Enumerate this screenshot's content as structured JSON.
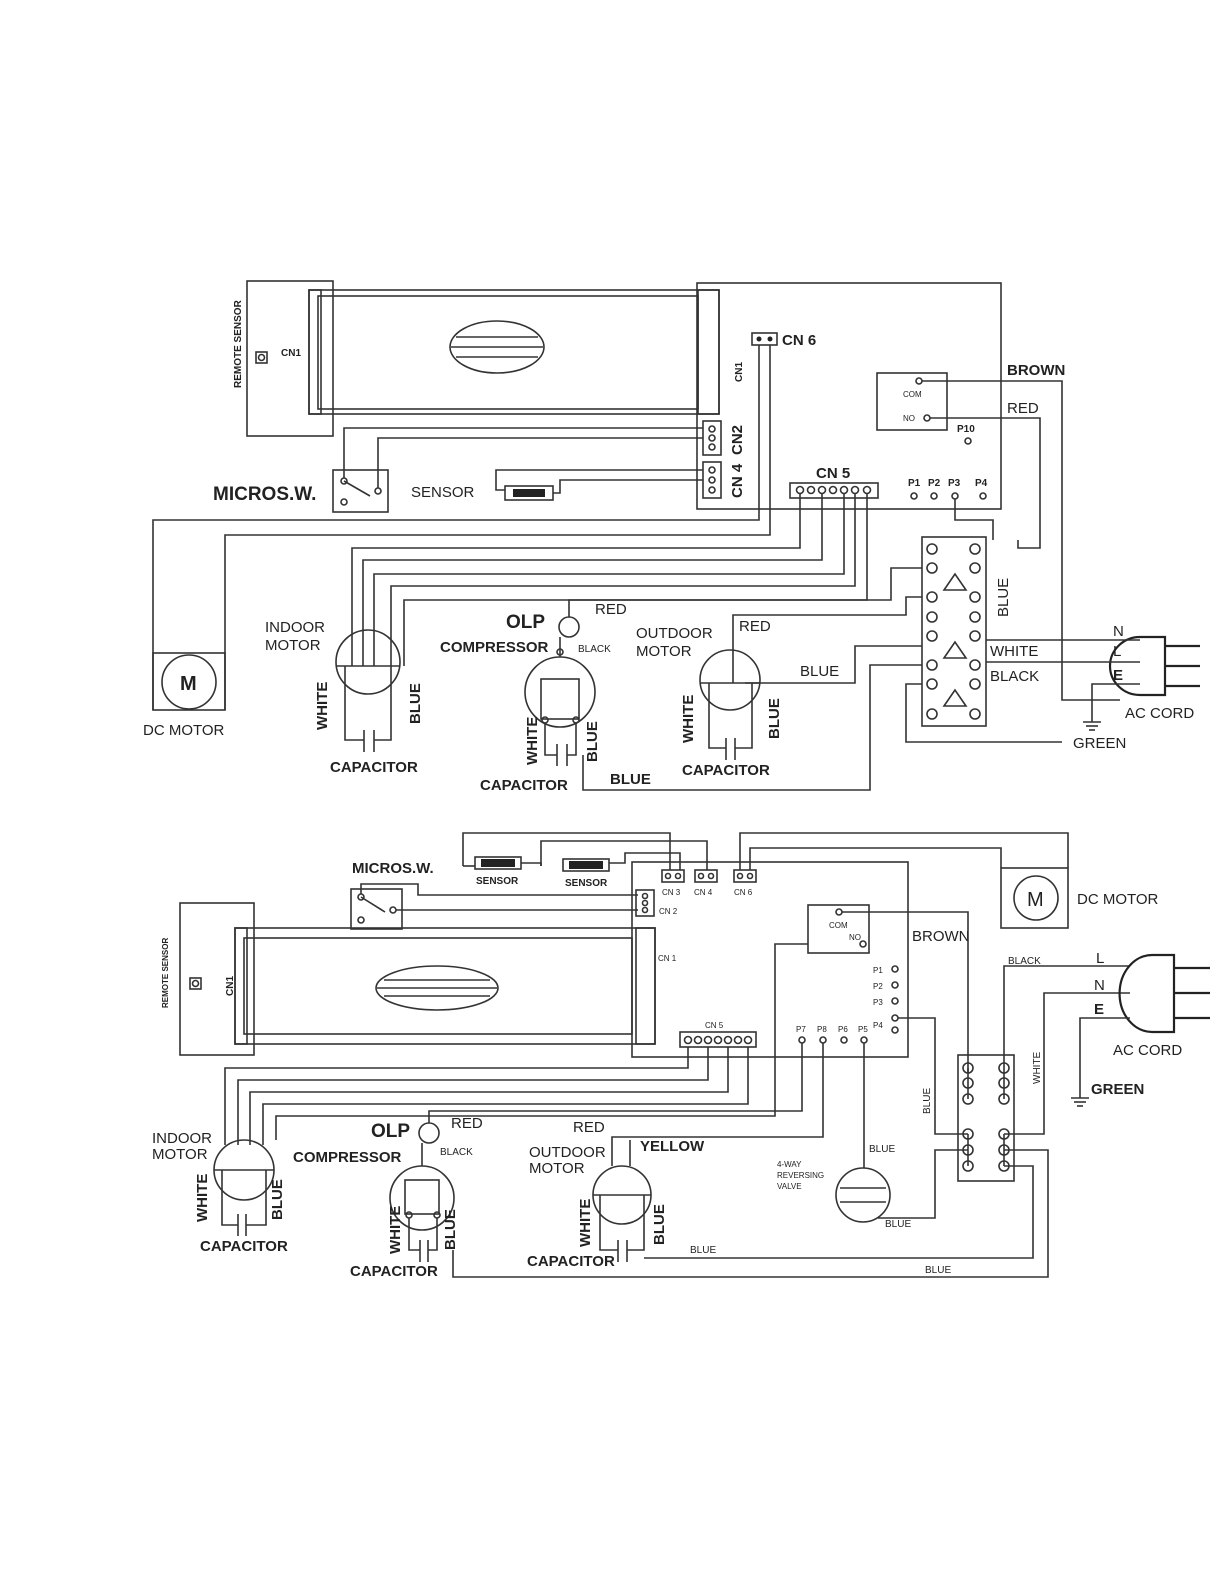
{
  "top": {
    "remote_sensor": "REMOTE SENSOR",
    "cn1_left": "CN1",
    "cn1_right": "CN1",
    "cn6": "CN 6",
    "cn2": "CN2",
    "cn4": "CN 4",
    "cn5": "CN 5",
    "micro_switch": "MICROS.W.",
    "sensor": "SENSOR",
    "com": "COM",
    "no": "NO",
    "p10": "P10",
    "p1": "P1",
    "p2": "P2",
    "p3": "P3",
    "p4": "P4",
    "brown": "BROWN",
    "red_relay": "RED",
    "blue_terminal": "BLUE",
    "white_cord": "WHITE",
    "black_cord": "BLACK",
    "n": "N",
    "l": "L",
    "e": "E",
    "ac_cord": "AC CORD",
    "green": "GREEN",
    "dc_motor_symbol": "M",
    "dc_motor": "DC MOTOR",
    "indoor_motor_1": "INDOOR",
    "indoor_motor_2": "MOTOR",
    "indoor_white": "WHITE",
    "indoor_blue": "BLUE",
    "indoor_capacitor": "CAPACITOR",
    "olp": "OLP",
    "olp_red": "RED",
    "compressor": "COMPRESSOR",
    "compressor_black": "BLACK",
    "comp_white": "WHITE",
    "comp_blue": "BLUE",
    "comp_capacitor": "CAPACITOR",
    "comp_blue_wire": "BLUE",
    "outdoor_motor_1": "OUTDOOR",
    "outdoor_motor_2": "MOTOR",
    "outdoor_red": "RED",
    "outdoor_blue_wire": "BLUE",
    "outdoor_white": "WHITE",
    "outdoor_blue": "BLUE",
    "outdoor_capacitor": "CAPACITOR"
  },
  "bottom": {
    "micro_switch": "MICROS.W.",
    "sensor_1": "SENSOR",
    "sensor_2": "SENSOR",
    "cn3": "CN 3",
    "cn4": "CN 4",
    "cn6": "CN 6",
    "cn2": "CN 2",
    "cn1_right": "CN 1",
    "cn1_left": "CN1",
    "cn5": "CN 5",
    "remote_sensor": "REMOTE SENSOR",
    "dc_motor_symbol": "M",
    "dc_motor": "DC MOTOR",
    "com": "COM",
    "no": "NO",
    "brown": "BROWN",
    "p1": "P1",
    "p2": "P2",
    "p3": "P3",
    "p4": "P4",
    "p5": "P5",
    "p6": "P6",
    "p7": "P7",
    "p8": "P8",
    "black_cord": "BLACK",
    "l": "L",
    "n": "N",
    "e": "E",
    "ac_cord": "AC CORD",
    "green": "GREEN",
    "white_cord": "WHITE",
    "blue_terminal": "BLUE",
    "indoor_motor_1": "INDOOR",
    "indoor_motor_2": "MOTOR",
    "indoor_white": "WHITE",
    "indoor_blue": "BLUE",
    "indoor_capacitor": "CAPACITOR",
    "olp": "OLP",
    "olp_red": "RED",
    "compressor": "COMPRESSOR",
    "compressor_black": "BLACK",
    "comp_white": "WHITE",
    "comp_blue": "BLUE",
    "comp_capacitor": "CAPACITOR",
    "outdoor_red": "RED",
    "outdoor_motor_1": "OUTDOOR",
    "outdoor_motor_2": "MOTOR",
    "yellow": "YELLOW",
    "outdoor_white": "WHITE",
    "outdoor_blue": "BLUE",
    "outdoor_capacitor": "CAPACITOR",
    "outdoor_blue_wire": "BLUE",
    "valve_1": "4-WAY",
    "valve_2": "REVERSING",
    "valve_3": "VALVE",
    "valve_blue_top": "BLUE",
    "valve_blue_bottom": "BLUE",
    "comp_blue_wire": "BLUE"
  }
}
